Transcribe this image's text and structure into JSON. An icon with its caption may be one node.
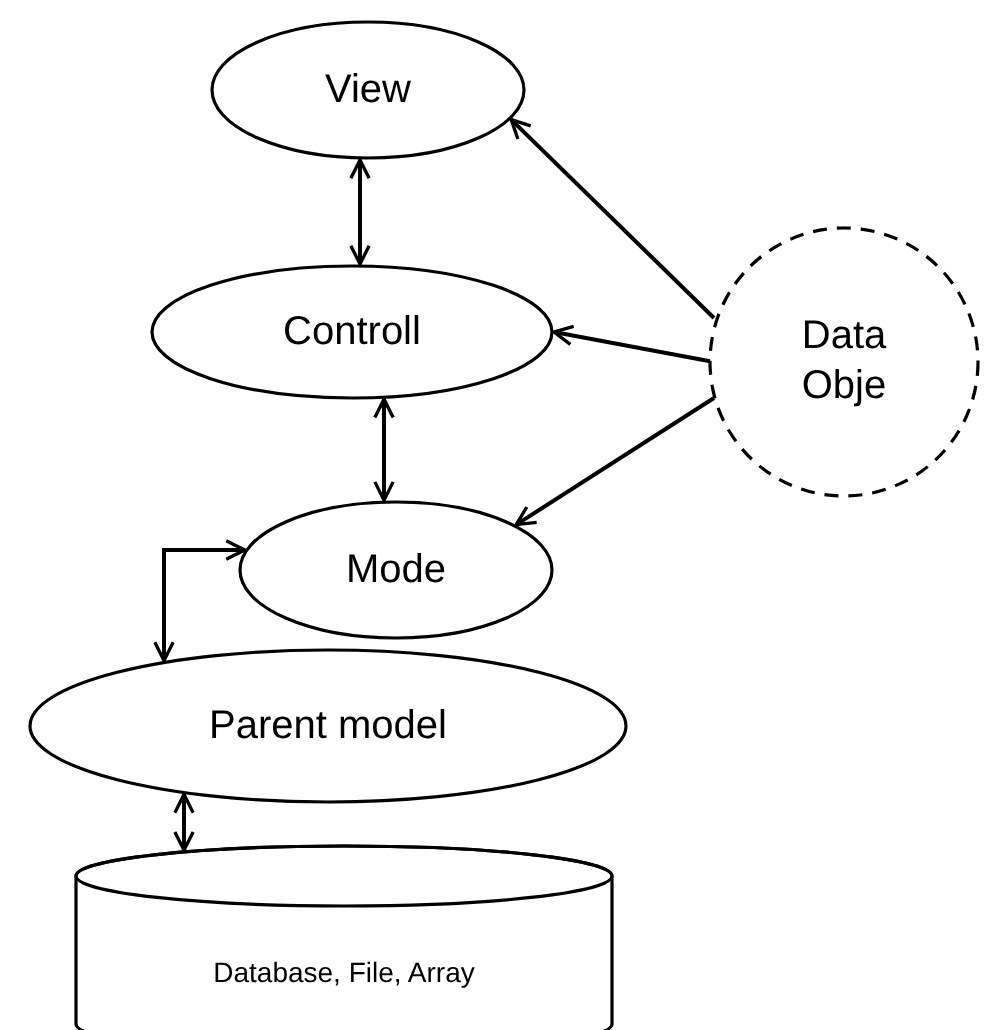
{
  "diagram": {
    "nodes": [
      {
        "text": [
          "View"
        ]
      },
      {
        "text": [
          "Controll"
        ]
      },
      {
        "text": [
          "Data Obje"
        ]
      },
      {
        "text": [
          "Mode"
        ]
      },
      {
        "text": [
          "Parent model"
        ]
      },
      {
        "text": [
          "Database, File, Array"
        ]
      }
    ],
    "edges": [
      {
        "from": 0,
        "to": 1,
        "arrow": "both"
      },
      {
        "from": 2,
        "to": 0,
        "arrow": "to"
      },
      {
        "from": 2,
        "to": 1,
        "arrow": "to"
      },
      {
        "from": 2,
        "to": 3,
        "arrow": "to"
      },
      {
        "from": 1,
        "to": 3,
        "arrow": "both"
      },
      {
        "from": 3,
        "to": 4,
        "arrow": "both"
      },
      {
        "from": 4,
        "to": 5,
        "arrow": "both"
      }
    ]
  }
}
